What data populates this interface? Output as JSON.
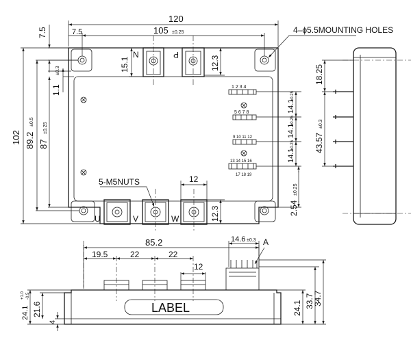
{
  "top_view": {
    "overall_width": "120",
    "hole_pitch": "105",
    "hole_pitch_tol": "±0.25",
    "left_offset": "7.5",
    "top_offset": "7.5",
    "mounting_holes": "4–ϕ5.5MOUNTING HOLES",
    "height_overall": "102",
    "height_pitch": "89.2",
    "height_pitch_tol": "±0.5",
    "height_inner": "87",
    "height_inner_tol": "±0.25",
    "dim_15_1": "15.1",
    "dim_12_3_top": "12.3",
    "dim_1_1": "1.1",
    "dim_1_1_tol": "±0.3",
    "nuts": "5-M5NUTS",
    "dim_12": "12",
    "dim_12_3_bottom": "12.3",
    "dim_14_1": "14.1",
    "dim_14_1_tol": "±0.25",
    "dim_2_54": "2.54",
    "dim_2_54_tol": "±0.25",
    "terminal_labels": {
      "n": "N",
      "p": "P",
      "u": "U",
      "v": "V",
      "w": "W"
    },
    "connectors": [
      {
        "labels": "1 2 3 4"
      },
      {
        "labels": "5 6 7 8"
      },
      {
        "labels": "9 10 11 12"
      },
      {
        "labels": "13 14 15 16"
      }
    ],
    "connector_bottom_labels": "17 18 19"
  },
  "side_view": {
    "dim_18_25": "18.25",
    "dim_43_57": "43.57",
    "dim_43_57_tol": "±0.3"
  },
  "front_view": {
    "dim_85_2": "85.2",
    "dim_19_5": "19.5",
    "dim_22_a": "22",
    "dim_22_b": "22",
    "dim_12": "12",
    "dim_14_6": "14.6",
    "dim_14_6_tol": "±0.3",
    "callout_a": "A",
    "label": "LABEL",
    "dim_24_1_left": "24.1",
    "dim_24_1_left_tol_up": "+1.0",
    "dim_24_1_left_tol_dn": "-0.5",
    "dim_21_6": "21.6",
    "dim_4": "4",
    "dim_24_1_right": "24.1",
    "dim_33_7": "33.7",
    "dim_34_7": "34.7"
  }
}
